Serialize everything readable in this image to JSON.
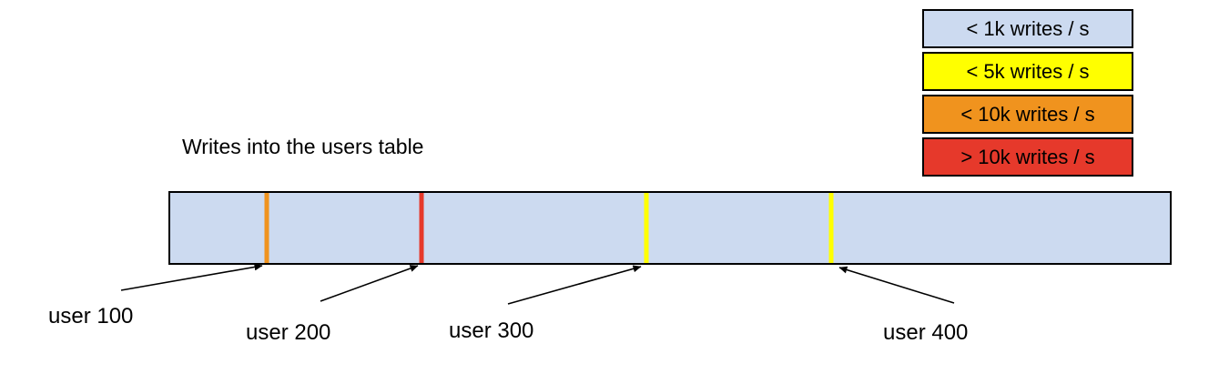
{
  "title": "Writes into the users table",
  "legend": {
    "items": [
      {
        "label": "< 1k writes / s",
        "color": "#ccdaf0"
      },
      {
        "label": "< 5k writes / s",
        "color": "#ffff00"
      },
      {
        "label": "< 10k writes / s",
        "color": "#f0931e"
      },
      {
        "label": "> 10k writes / s",
        "color": "#e6392b"
      }
    ]
  },
  "bar": {
    "fill": "#ccdaf0",
    "markers": [
      {
        "user": "user 100",
        "color": "#f0931e",
        "position_pct": "9.65%"
      },
      {
        "user": "user 200",
        "color": "#e6392b",
        "position_pct": "25.1%"
      },
      {
        "user": "user 300",
        "color": "#ffff00",
        "position_pct": "47.6%"
      },
      {
        "user": "user 400",
        "color": "#ffff00",
        "position_pct": "66.1%"
      }
    ]
  }
}
